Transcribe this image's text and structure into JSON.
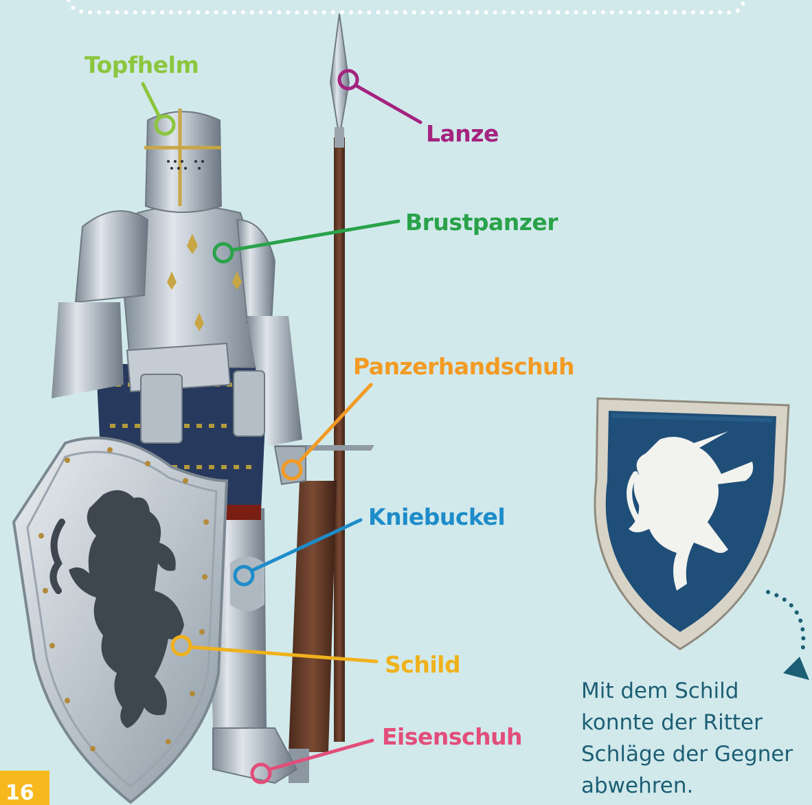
{
  "page_number": "16",
  "labels": {
    "topfhelm": "Topfhelm",
    "lanze": "Lanze",
    "brustpanzer": "Brustpanzer",
    "panzerhandschuh": "Panzerhandschuh",
    "kniebuckel": "Kniebuckel",
    "schild": "Schild",
    "eisenschuh": "Eisenschuh"
  },
  "caption": {
    "line1": "Mit dem Schild",
    "line2": "konnte der Ritter",
    "line3": "Schläge der Gegner",
    "line4": "abwehren."
  },
  "colors": {
    "background": "#d2e9ec",
    "topfhelm": "#8cc63f",
    "lanze": "#a3237f",
    "brustpanzer": "#2aa24a",
    "panzerhandschuh": "#f29a22",
    "kniebuckel": "#1e8cc8",
    "schild": "#f0b21c",
    "eisenschuh": "#e24d7a",
    "caption_text": "#1c5e74",
    "page_number_bg": "#f6b81c"
  },
  "images": {
    "knight": "knight-armor-photo",
    "shield": "unicorn-shield-photo"
  }
}
